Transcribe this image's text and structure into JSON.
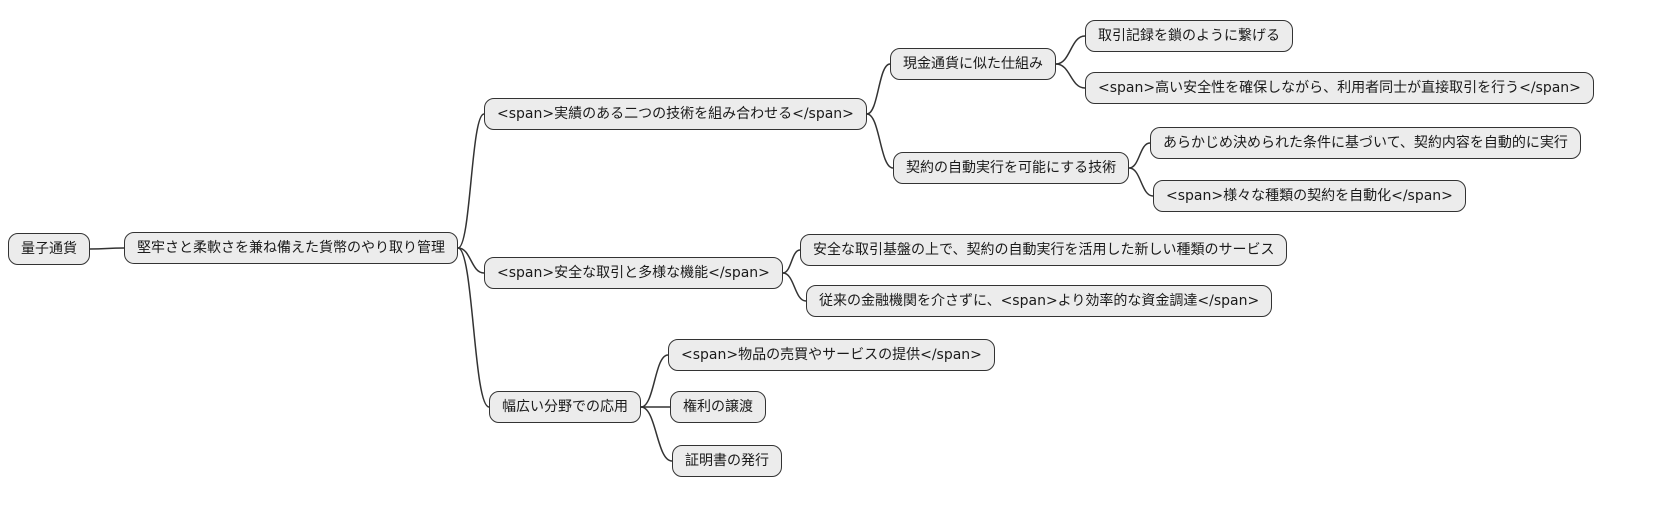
{
  "diagram": {
    "type": "mindmap",
    "topic": "量子通貨",
    "styles": {
      "node_fill": "#ececec",
      "node_border": "#333333",
      "line_color": "#333333",
      "text_color": "#1a1a1a",
      "background": "#ffffff"
    }
  },
  "nodes": {
    "root": {
      "label": "量子通貨"
    },
    "summary": {
      "label": "堅牢さと柔軟さを兼ね備えた貨幣のやり取り管理"
    },
    "tech_combo": {
      "label": "<span>実績のある二つの技術を組み合わせる</span>"
    },
    "cash_like": {
      "label": "現金通貨に似た仕組み"
    },
    "chain_records": {
      "label": "取引記録を鎖のように繋げる"
    },
    "p2p_secure": {
      "label": "<span>高い安全性を確保しながら、利用者同士が直接取引を行う</span>"
    },
    "auto_contract_tech": {
      "label": "契約の自動実行を可能にする技術"
    },
    "auto_execute": {
      "label": "あらかじめ決められた条件に基づいて、契約内容を自動的に実行"
    },
    "contract_automation": {
      "label": "<span>様々な種類の契約を自動化</span>"
    },
    "secure_features": {
      "label": "<span>安全な取引と多様な機能</span>"
    },
    "new_services": {
      "label": "安全な取引基盤の上で、契約の自動実行を活用した新しい種類のサービス"
    },
    "fundraising": {
      "label": "従来の金融機関を介さずに、<span>より効率的な資金調達</span>"
    },
    "applications": {
      "label": "幅広い分野での応用"
    },
    "goods_services": {
      "label": "<span>物品の売買やサービスの提供</span>"
    },
    "rights_transfer": {
      "label": "権利の譲渡"
    },
    "certificates": {
      "label": "証明書の発行"
    }
  }
}
